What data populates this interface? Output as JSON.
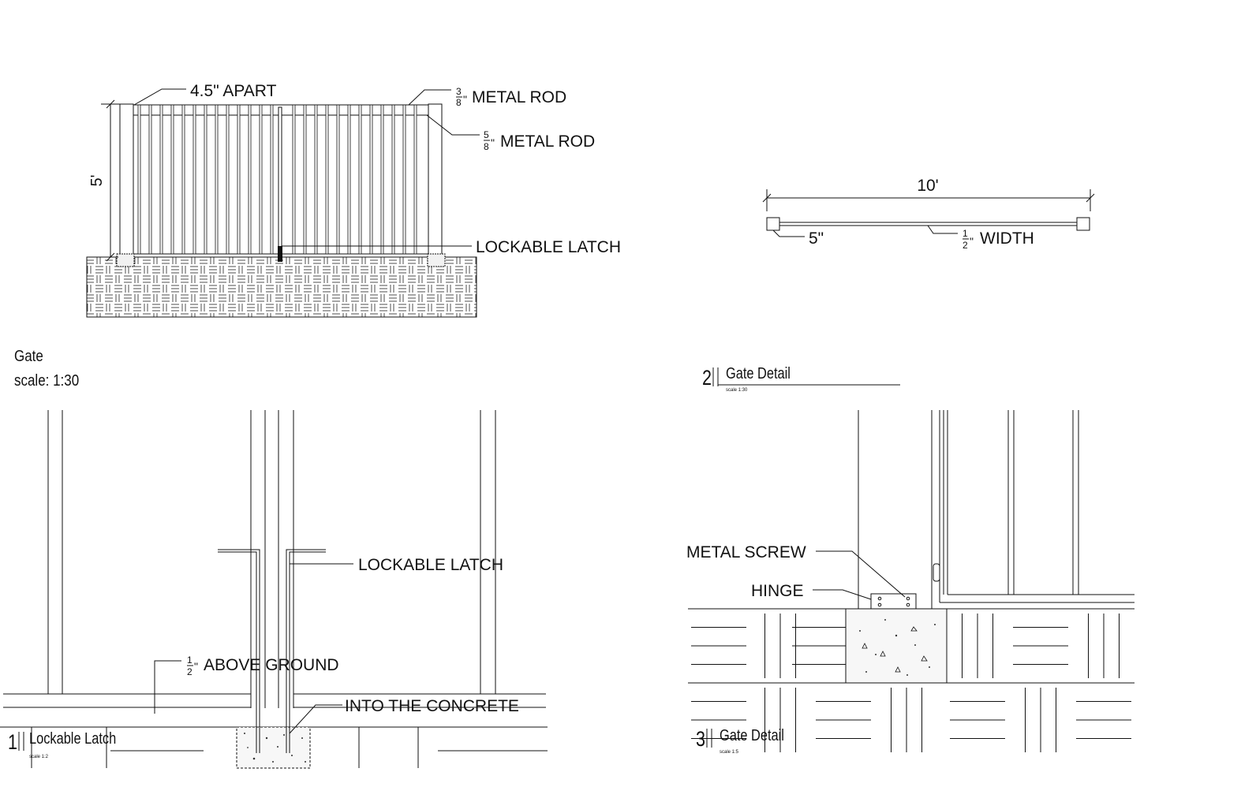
{
  "view1": {
    "title": "Gate",
    "scale": "scale: 1:30",
    "labels": {
      "apart": "4.5\" APART",
      "rod38": "METAL  ROD",
      "rod58": "METAL ROD",
      "height": "5'",
      "latch": "LOCKABLE LATCH"
    },
    "fractions": {
      "rod38": [
        "3",
        "8"
      ],
      "rod58": [
        "5",
        "8"
      ]
    }
  },
  "view2": {
    "number": "2",
    "title": "Gate Detail",
    "scale": "scale 1:30",
    "labels": {
      "length": "10'",
      "post": "5\"",
      "width": "WIDTH"
    },
    "fractions": {
      "width": [
        "1",
        "2"
      ]
    }
  },
  "view3": {
    "number": "1",
    "title": "Lockable Latch",
    "scale": "scale 1:2",
    "labels": {
      "latch": "LOCKABLE LATCH",
      "above": "ABOVE GROUND",
      "concrete": "INTO THE CONCRETE"
    },
    "fractions": {
      "above": [
        "1",
        "2"
      ]
    }
  },
  "view4": {
    "number": "3",
    "title": "Gate Detail",
    "scale": "scale 1:5",
    "labels": {
      "screw": "METAL SCREW",
      "hinge": "HINGE"
    }
  }
}
